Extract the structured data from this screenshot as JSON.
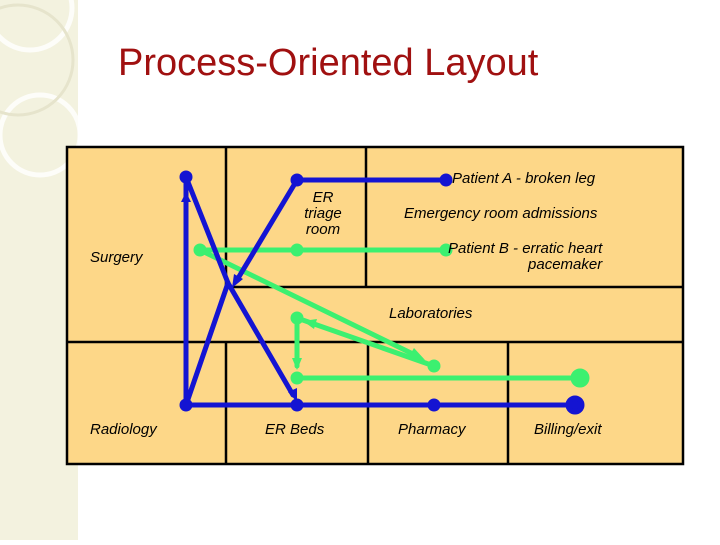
{
  "title": "Process-Oriented Layout",
  "departments": {
    "er_triage": [
      "ER",
      "triage",
      "room"
    ],
    "emergency_admissions": "Emergency room admissions",
    "surgery": "Surgery",
    "laboratories": "Laboratories",
    "radiology": "Radiology",
    "er_beds": "ER Beds",
    "pharmacy": "Pharmacy",
    "billing_exit": "Billing/exit"
  },
  "patients": {
    "a": {
      "label": "Patient A - broken leg",
      "color": "#1414d2"
    },
    "b": {
      "label_lines": [
        "Patient B - erratic heart",
        "pacemaker"
      ],
      "color": "#3cf070"
    }
  },
  "colors": {
    "floor": "#fdd788",
    "walls": "#000000"
  }
}
